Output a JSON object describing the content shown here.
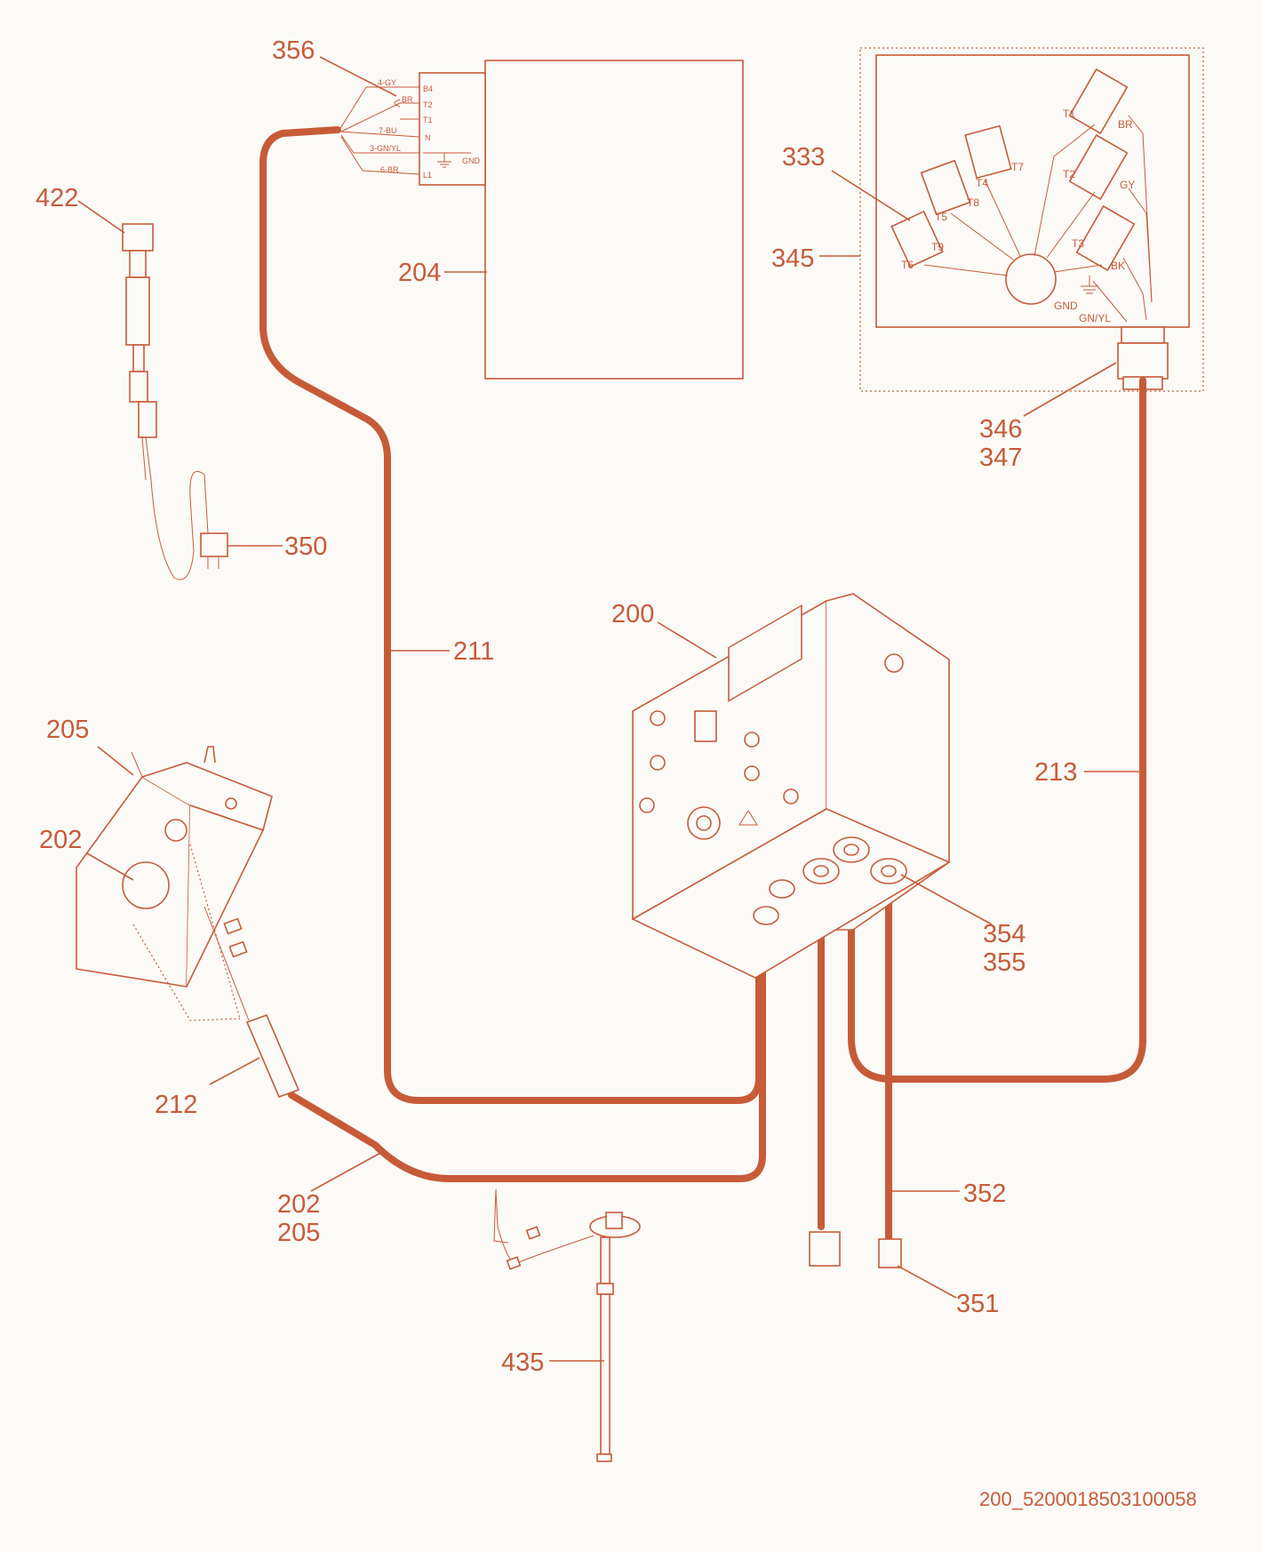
{
  "diagram": {
    "callouts": [
      {
        "id": "356",
        "text": "356"
      },
      {
        "id": "204",
        "text": "204"
      },
      {
        "id": "422",
        "text": "422"
      },
      {
        "id": "350",
        "text": "350"
      },
      {
        "id": "333",
        "text": "333"
      },
      {
        "id": "345",
        "text": "345"
      },
      {
        "id": "346",
        "text": "346"
      },
      {
        "id": "347",
        "text": "347"
      },
      {
        "id": "211",
        "text": "211"
      },
      {
        "id": "200",
        "text": "200"
      },
      {
        "id": "213",
        "text": "213"
      },
      {
        "id": "205a",
        "text": "205"
      },
      {
        "id": "202a",
        "text": "202"
      },
      {
        "id": "354",
        "text": "354"
      },
      {
        "id": "355",
        "text": "355"
      },
      {
        "id": "212",
        "text": "212"
      },
      {
        "id": "202b",
        "text": "202"
      },
      {
        "id": "205b",
        "text": "205"
      },
      {
        "id": "352",
        "text": "352"
      },
      {
        "id": "351",
        "text": "351"
      },
      {
        "id": "435",
        "text": "435"
      }
    ],
    "terminal_block": {
      "wire_labels": [
        "4-GY",
        "BR",
        "7-BU",
        "3-GN/YL",
        "6-BR"
      ],
      "terminals": [
        "B4",
        "T2",
        "T1",
        "N",
        "GND",
        "L1"
      ]
    },
    "motor_box": {
      "terminals": [
        "T1",
        "T2",
        "T3",
        "T4",
        "T5",
        "T6",
        "T7",
        "T8",
        "T9"
      ],
      "wire_colors": [
        "BR",
        "GY",
        "BK"
      ],
      "ground_labels": [
        "GND",
        "GN/YL"
      ]
    },
    "drawing_id": "200_5200018503100058"
  }
}
